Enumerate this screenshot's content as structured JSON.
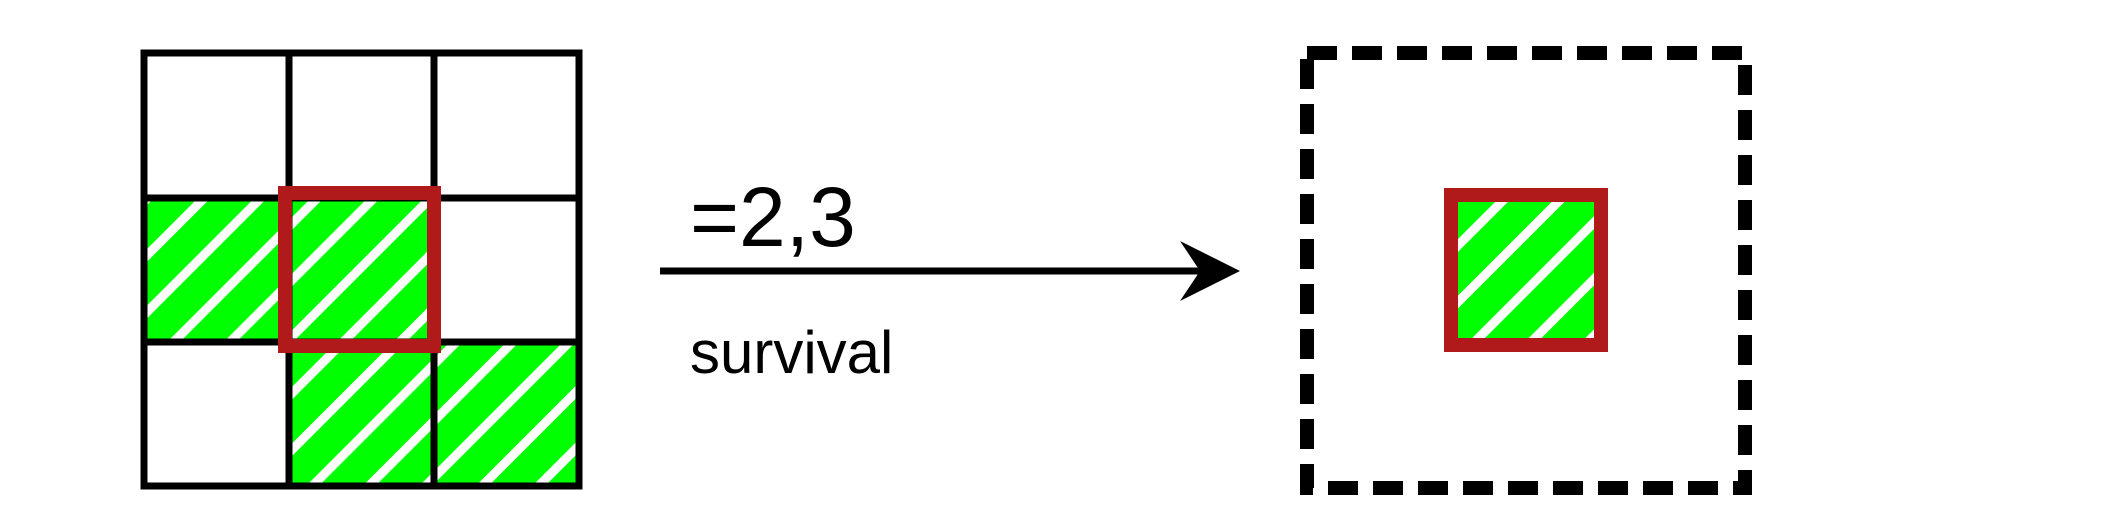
{
  "diagram": {
    "rule_label": "=2,3",
    "rule_name": "survival",
    "grid": {
      "rows": 3,
      "cols": 3,
      "alive": [
        [
          false,
          false,
          false
        ],
        [
          true,
          true,
          false
        ],
        [
          false,
          true,
          true
        ]
      ],
      "highlight": {
        "row": 1,
        "col": 1
      }
    },
    "colors": {
      "alive_fill": "#00ff00",
      "hatch": "#ffffff",
      "highlight": "#b01a1a",
      "line": "#000000"
    }
  }
}
